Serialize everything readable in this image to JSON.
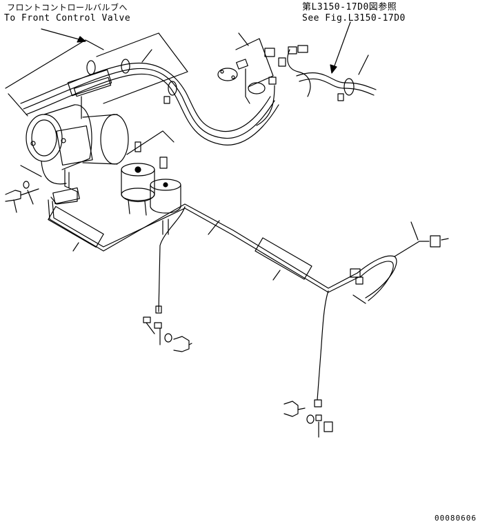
{
  "labels": {
    "front_valve_jp": "フロントコントロールバルブへ",
    "front_valve_en": "To Front Control Valve",
    "ref_fig_jp": "第L3150-17D0図参照",
    "ref_fig_en": "See Fig.L3150-17D0",
    "drawing_code": "00080606"
  },
  "colors": {
    "line": "#000000",
    "background": "#ffffff"
  }
}
